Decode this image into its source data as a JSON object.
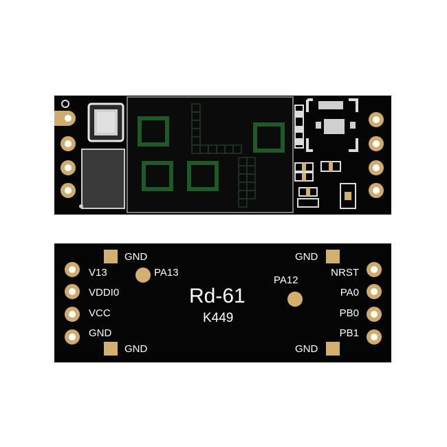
{
  "module_top": {
    "description_icons": [
      "crystal-oscillator-icon",
      "shield-can-icon",
      "antenna-array-icon",
      "smd-components-icon"
    ]
  },
  "module_bottom": {
    "model": "Rd-61",
    "code": "K449",
    "left_pins": [
      "V13",
      "VDDI0",
      "VCC",
      "GND"
    ],
    "right_pins": [
      "NRST",
      "PA0",
      "PB0",
      "PB1"
    ],
    "pads": {
      "gnd_top_left": "GND",
      "gnd_bottom_left": "GND",
      "gnd_top_right": "GND",
      "gnd_bottom_right": "GND",
      "pa13": "PA13",
      "pa12": "PA12"
    }
  },
  "colors": {
    "board": "#050505",
    "gold": "#d4b06e",
    "silkscreen": "#ffffff",
    "antenna_trace": "#1d5a28"
  }
}
